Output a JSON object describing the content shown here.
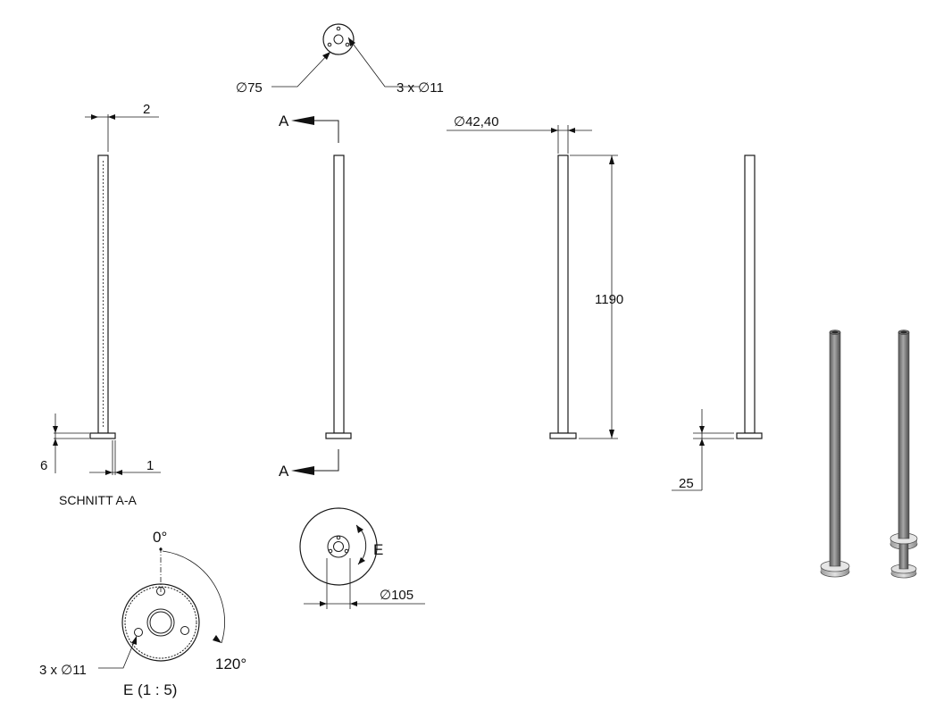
{
  "dimensions": {
    "top_dia_75": "∅75",
    "top_holes": "3 x ∅11",
    "wall_2": "2",
    "dia_42_40": "∅42,40",
    "height_1190": "1190",
    "plate_6": "6",
    "wall_1": "1",
    "offset_25": "25",
    "dia_105": "∅105",
    "angle_0": "0°",
    "angle_120": "120°",
    "detail_holes": "3 x ∅11"
  },
  "labels": {
    "section_top": "A",
    "section_bottom": "A",
    "section_name": "SCHNITT A-A",
    "detail_marker": "E",
    "detail_name": "E (1 : 5)"
  },
  "colors": {
    "line": "#1a1a1a",
    "tube_metal": "#8a8a8a",
    "tube_shadow": "#5a5a5a",
    "flange": "#d6d6d6"
  }
}
